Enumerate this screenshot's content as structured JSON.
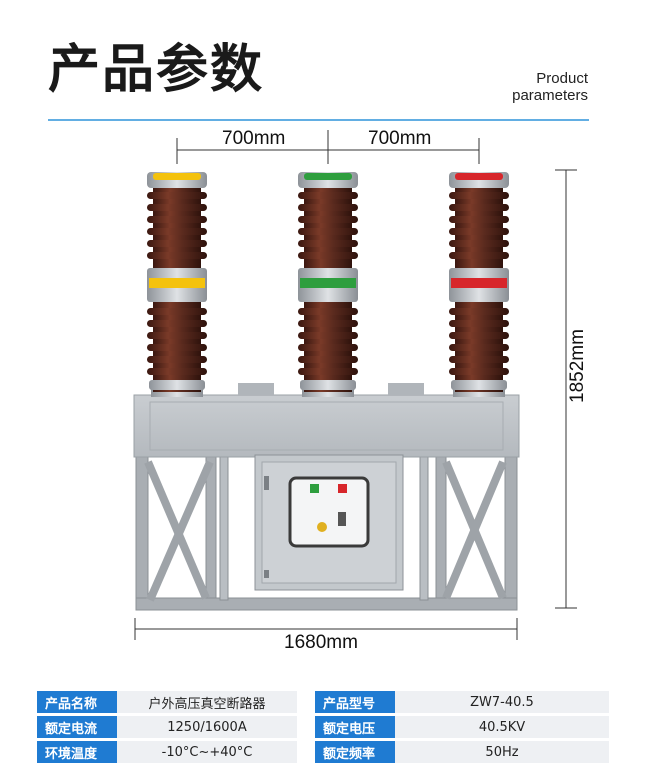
{
  "header": {
    "title": "产品参数",
    "subtitle_line1": "Product",
    "subtitle_line2": "parameters"
  },
  "dimensions": {
    "spacing_left": "700mm",
    "spacing_right": "700mm",
    "height": "1852mm",
    "width": "1680mm"
  },
  "colors": {
    "accent": "#1f7bd2",
    "rule": "#62aee3",
    "phase_a": "#f4c20d",
    "phase_b": "#2e9e3e",
    "phase_c": "#d7262b",
    "insulator": "#5a2a1e"
  },
  "specs": [
    {
      "label1": "产品名称",
      "value1": "户外高压真空断路器",
      "label2": "产品型号",
      "value2": "ZW7-40.5"
    },
    {
      "label1": "额定电流",
      "value1": "1250/1600A",
      "label2": "额定电压",
      "value2": "40.5KV"
    },
    {
      "label1": "环境温度",
      "value1": "-10°C~+40°C",
      "label2": "额定频率",
      "value2": "50Hz"
    }
  ]
}
